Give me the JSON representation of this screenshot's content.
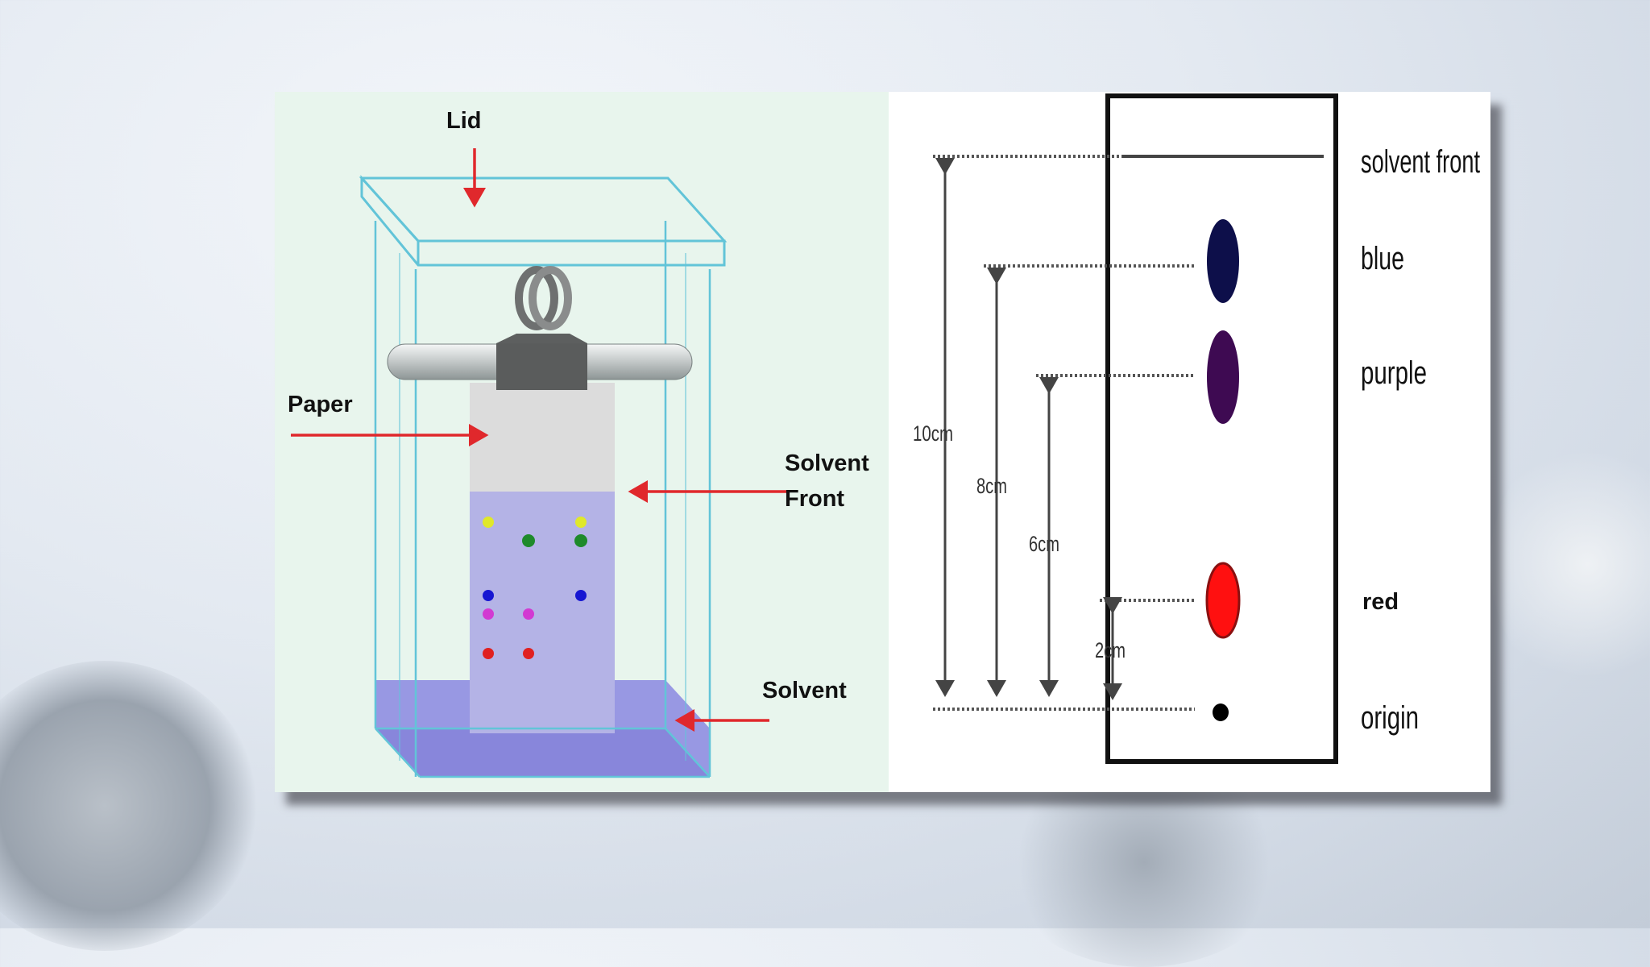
{
  "apparatus": {
    "lid_label": "Lid",
    "paper_label": "Paper",
    "solvent_front_label_line1": "Solvent",
    "solvent_front_label_line2": "Front",
    "solvent_label": "Solvent"
  },
  "chromatogram": {
    "spot_labels": {
      "solvent_front": "solvent front",
      "blue": "blue",
      "purple": "purple",
      "red": "red",
      "origin": "origin"
    },
    "distances": {
      "solvent_front": "10cm",
      "blue": "8cm",
      "purple": "6cm",
      "red": "2cm"
    },
    "colors": {
      "blue": "#0d0f4a",
      "purple": "#3e0a52",
      "red": "#ff1010",
      "origin": "#000000"
    }
  },
  "colors": {
    "arrow": "#e0282c",
    "lid": "#62c4d8",
    "solvent": "#8a87e0",
    "left_bg": "#e8f5ed"
  }
}
